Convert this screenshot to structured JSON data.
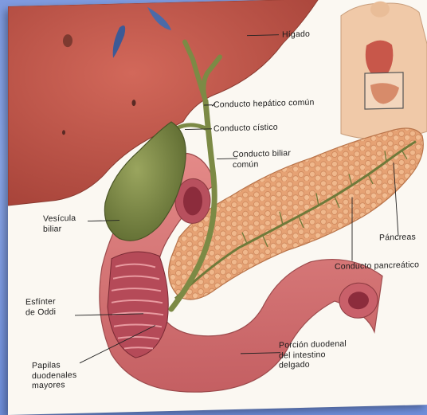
{
  "labels": {
    "higado": "Hígado",
    "conducto_hepatico": "Conducto hepático común",
    "conducto_cistico": "Conducto cístico",
    "conducto_biliar_1": "Conducto biliar",
    "conducto_biliar_2": "común",
    "vesicula_1": "Vesícula",
    "vesicula_2": "biliar",
    "pancreas": "Páncreas",
    "conducto_pancreatico": "Conducto pancreático",
    "esfinter_1": "Esfínter",
    "esfinter_2": "de Oddi",
    "papilas_1": "Papilas",
    "papilas_2": "duodenales",
    "papilas_3": "mayores",
    "porcion_1": "Porción duodenal",
    "porcion_2": "del intestino",
    "porcion_3": "delgado"
  },
  "colors": {
    "liver": "#c8574a",
    "gallbladder": "#7c8a45",
    "pancreas": "#e8a57a",
    "duodenum": "#d9797a",
    "background": "#7f9be0"
  }
}
